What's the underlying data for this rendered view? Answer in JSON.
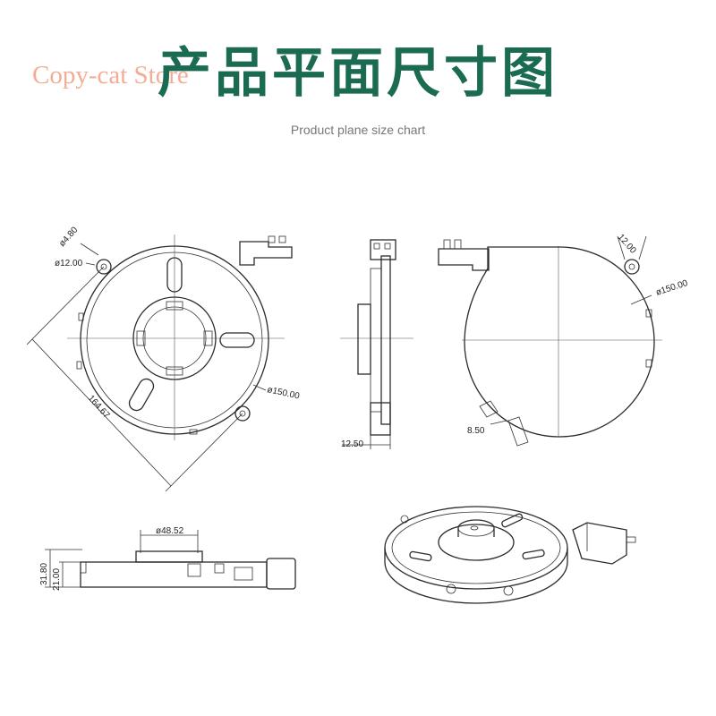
{
  "header": {
    "title": "产品平面尺寸图",
    "subtitle": "Product plane size chart",
    "watermark": "Copy-cat Store"
  },
  "front_view": {
    "hole_dia": "ø4.80",
    "tab_dia": "ø12.00",
    "outer_dia": "ø150.00",
    "diagonal": "164.67"
  },
  "side_view": {
    "base_width": "12.50"
  },
  "back_view": {
    "tab_size": "12.00",
    "outer_dia": "ø150.00",
    "foot": "8.50"
  },
  "bottom_view": {
    "hub_dia": "ø48.52",
    "total_height": "31.80",
    "body_height": "21.00"
  },
  "colors": {
    "title": "#1b6b52",
    "watermark": "#f2a58a",
    "line": "#2b2b2b"
  }
}
